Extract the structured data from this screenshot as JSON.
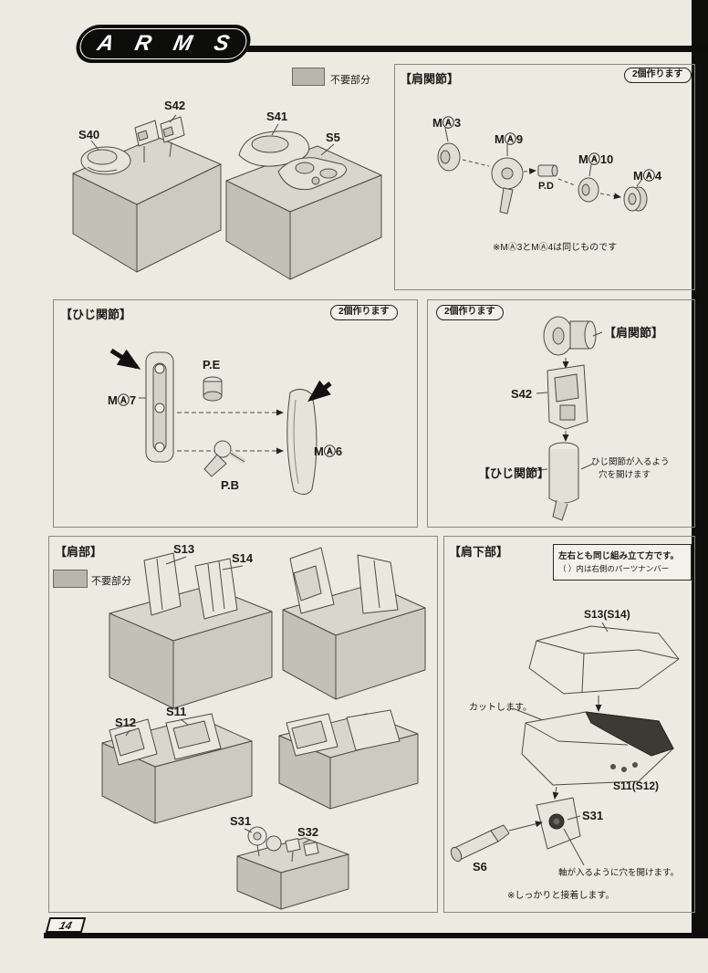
{
  "header": {
    "title": "A R M S"
  },
  "legend_top": {
    "label": "不要部分"
  },
  "shoulder_joint": {
    "title": "【肩関節】",
    "badge": "2個作ります",
    "ma3": "MⒶ3",
    "ma9": "MⒶ9",
    "ma10": "MⒶ10",
    "ma4": "MⒶ4",
    "pd": "P.D",
    "note": "※MⒶ3とMⒶ4は同じものです"
  },
  "sprues_top": {
    "s40": "S40",
    "s42": "S42",
    "s41": "S41",
    "s5": "S5"
  },
  "elbow_joint": {
    "title": "【ひじ関節】",
    "badge": "2個作ります",
    "ma7": "MⒶ7",
    "pe": "P.E",
    "pb": "P.B",
    "ma6": "MⒶ6"
  },
  "arm_assembly": {
    "badge": "2個作ります",
    "shoulder_label": "【肩関節】",
    "s42": "S42",
    "elbow_label": "【ひじ関節】",
    "note_line1": "ひじ関節が入るよう",
    "note_line2": "穴を開けます"
  },
  "shoulder_block": {
    "title": "【肩部】",
    "legend": "不要部分",
    "s13": "S13",
    "s14": "S14",
    "s12": "S12",
    "s11": "S11",
    "s31": "S31",
    "s32": "S32"
  },
  "shoulder_lower": {
    "title": "【肩下部】",
    "note_line1": "左右とも同じ組み立て方です。",
    "note_line2": "（ ）内は右側のパーツナンバー",
    "s13_s14": "S13(S14)",
    "cut": "カットします。",
    "s11_s12": "S11(S12)",
    "s31": "S31",
    "s6": "S6",
    "hole_note": "軸が入るように穴を開けます。",
    "glue_note": "※しっかりと接着します。"
  },
  "footer": {
    "page_number": "14"
  },
  "colors": {
    "paper": "#edeae2",
    "ink": "#1b1b1b",
    "sprue_fill": "#c9c6bd",
    "dark_trim": "#3b3a35"
  }
}
